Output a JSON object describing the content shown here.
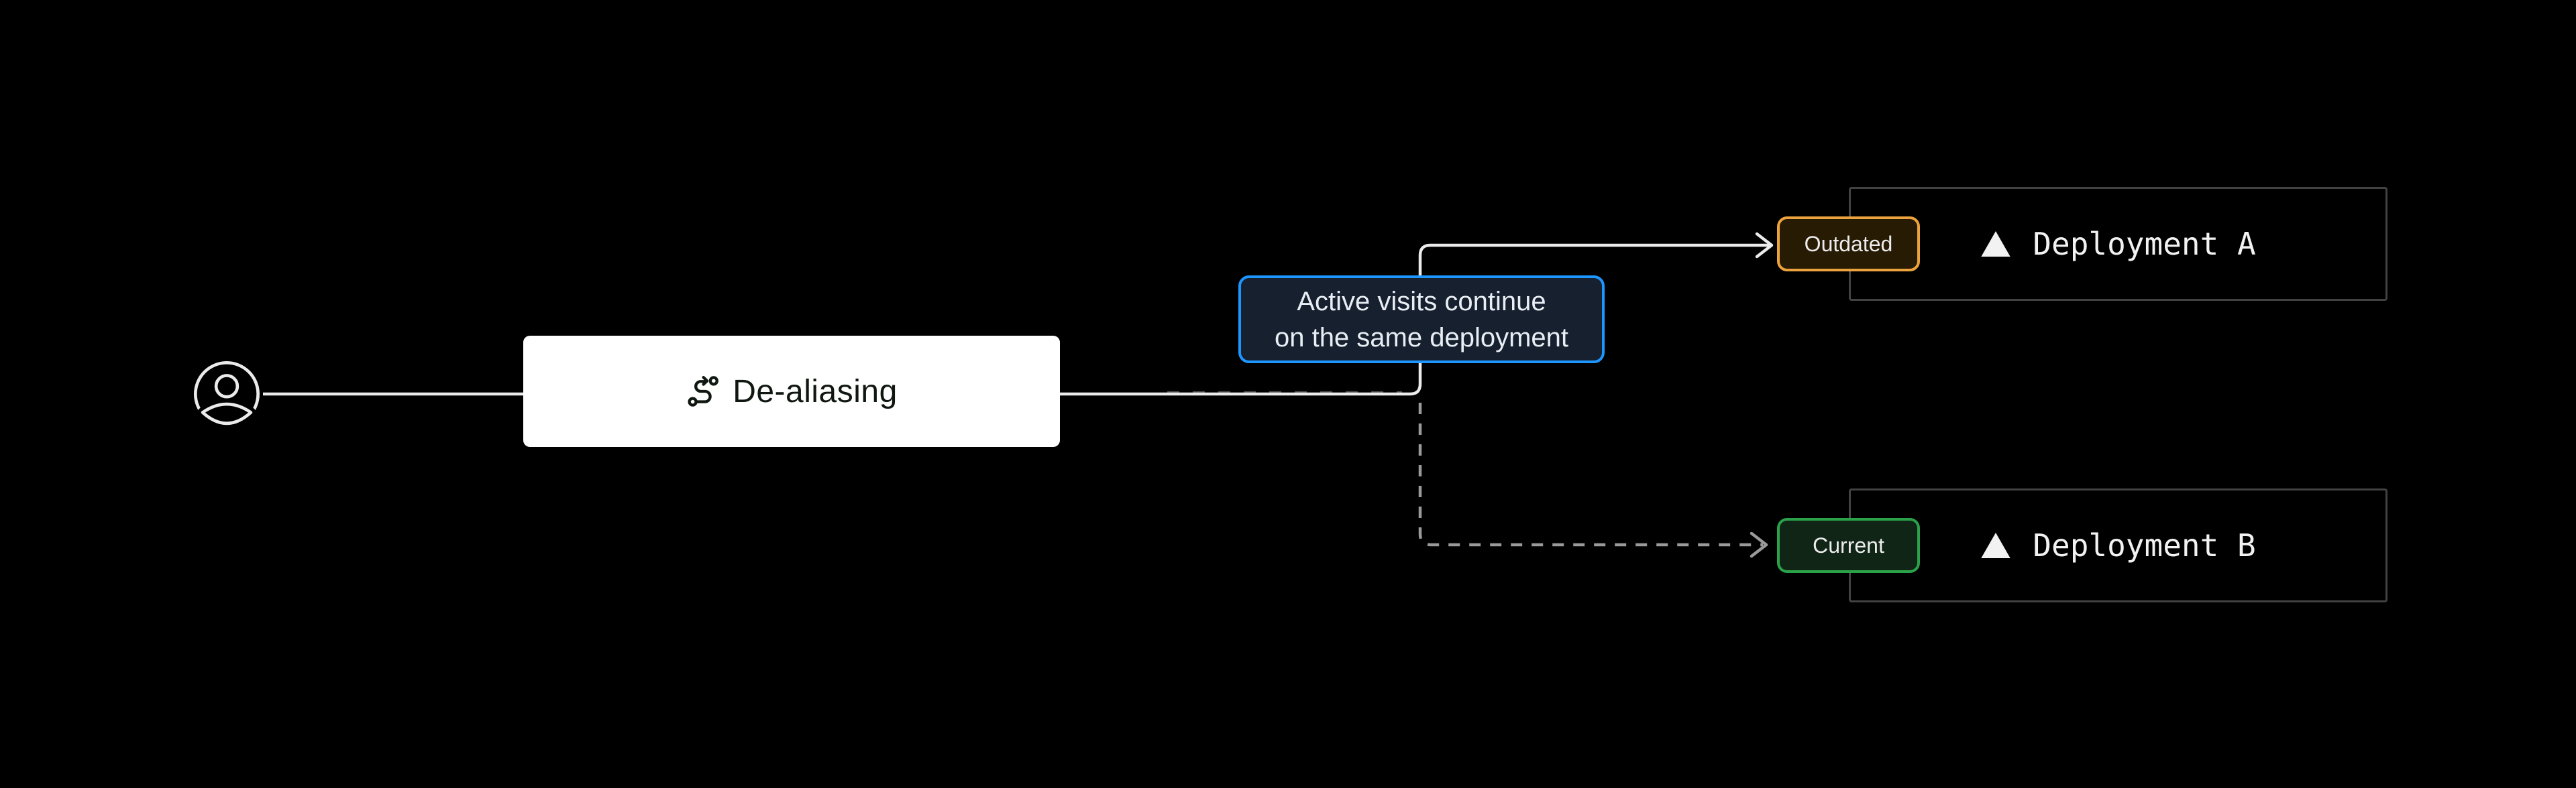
{
  "diagram": {
    "background": "#000000",
    "actor": {
      "icon": "user-circle-icon"
    },
    "node": {
      "label": "De-aliasing",
      "icon": "route-icon",
      "bg": "#ffffff",
      "text_color": "#101710"
    },
    "tooltip": {
      "line1": "Active visits continue",
      "line2": "on the same deployment",
      "bg": "#16202e",
      "border_color": "#1e96ff",
      "text_color": "#e9eef4"
    },
    "edges": {
      "solid_color": "#ebebeb",
      "dashed_color": "#9a9a9a"
    },
    "deployments": [
      {
        "badge": "Outdated",
        "badge_border": "#eda33d",
        "badge_bg": "#271b04",
        "name": "Deployment A",
        "icon": "vercel-triangle-icon",
        "edge_style": "solid-arrow"
      },
      {
        "badge": "Current",
        "badge_border": "#2ba24a",
        "badge_bg": "#112517",
        "name": "Deployment B",
        "icon": "vercel-triangle-icon",
        "edge_style": "dashed-arrow"
      }
    ],
    "deployment_box": {
      "border_color": "#424242",
      "text_color": "#f2f2f2"
    }
  }
}
